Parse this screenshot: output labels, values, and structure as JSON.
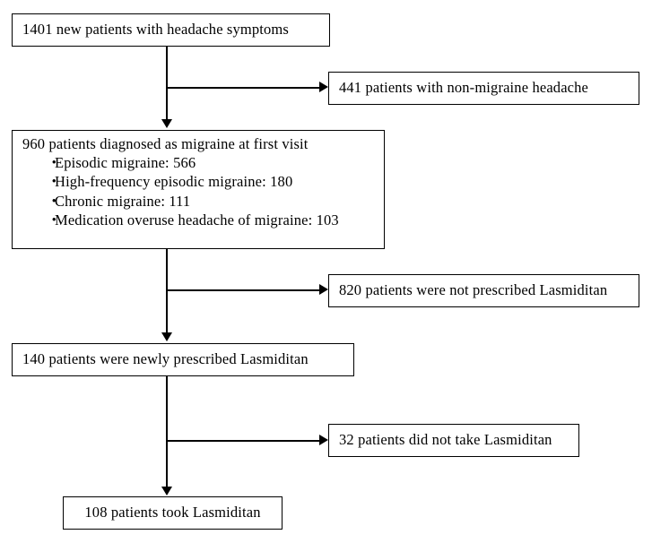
{
  "figure": {
    "type": "flowchart",
    "orientation": "top-to-bottom-with-right-exclusions",
    "colors": {
      "background": "#ffffff",
      "stroke": "#000000",
      "text": "#000000"
    }
  },
  "nodes": {
    "screened": {
      "label": "1401 new patients with headache symptoms"
    },
    "non_migraine": {
      "label": "441 patients with non-migraine headache"
    },
    "diagnosed": {
      "heading": "960 patients diagnosed as migraine at first visit",
      "bullet": "・",
      "items": [
        "Episodic migraine: 566",
        "High-frequency episodic migraine: 180",
        "Chronic migraine: 111",
        "Medication overuse headache of migraine: 103"
      ]
    },
    "not_prescribed": {
      "label": "820 patients were not prescribed Lasmiditan"
    },
    "prescribed": {
      "label": "140 patients were newly prescribed Lasmiditan"
    },
    "did_not_take": {
      "label": "32 patients did not take Lasmiditan"
    },
    "took": {
      "label": "108 patients took Lasmiditan"
    }
  },
  "chart_data": {
    "type": "flow-diagram",
    "title": "Patient selection flow",
    "stages": [
      {
        "name": "Screened new patients with headache symptoms",
        "count": 1401
      },
      {
        "name": "Excluded: non-migraine headache",
        "count": 441,
        "branch": "excluded"
      },
      {
        "name": "Diagnosed as migraine at first visit",
        "count": 960
      },
      {
        "name": "Excluded: not prescribed Lasmiditan",
        "count": 820,
        "branch": "excluded"
      },
      {
        "name": "Newly prescribed Lasmiditan",
        "count": 140
      },
      {
        "name": "Excluded: did not take Lasmiditan",
        "count": 32,
        "branch": "excluded"
      },
      {
        "name": "Took Lasmiditan",
        "count": 108
      }
    ],
    "subgroups": {
      "parent": "Diagnosed as migraine at first visit",
      "categories": [
        "Episodic migraine",
        "High-frequency episodic migraine",
        "Chronic migraine",
        "Medication overuse headache of migraine"
      ],
      "values": [
        566,
        180,
        111,
        103
      ]
    }
  }
}
